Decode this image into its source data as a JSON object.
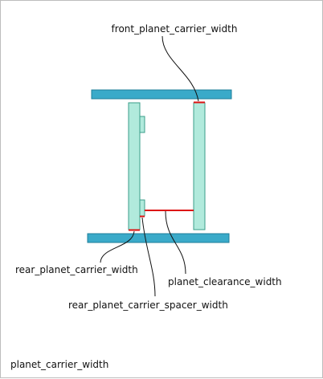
{
  "labels": {
    "front_planet_carrier_width": "front_planet_carrier_width",
    "rear_planet_carrier_width": "rear_planet_carrier_width",
    "planet_clearance_width": "planet_clearance_width",
    "rear_planet_carrier_spacer_width": "rear_planet_carrier_spacer_width",
    "title": "planet_carrier_width"
  },
  "colors": {
    "shaft_fill": "#3aaac9",
    "shaft_stroke": "#1f7f9a",
    "carrier_fill": "#b1eadc",
    "carrier_stroke": "#3a9e8a",
    "dimension": "#dd1111",
    "leader": "#111111"
  }
}
